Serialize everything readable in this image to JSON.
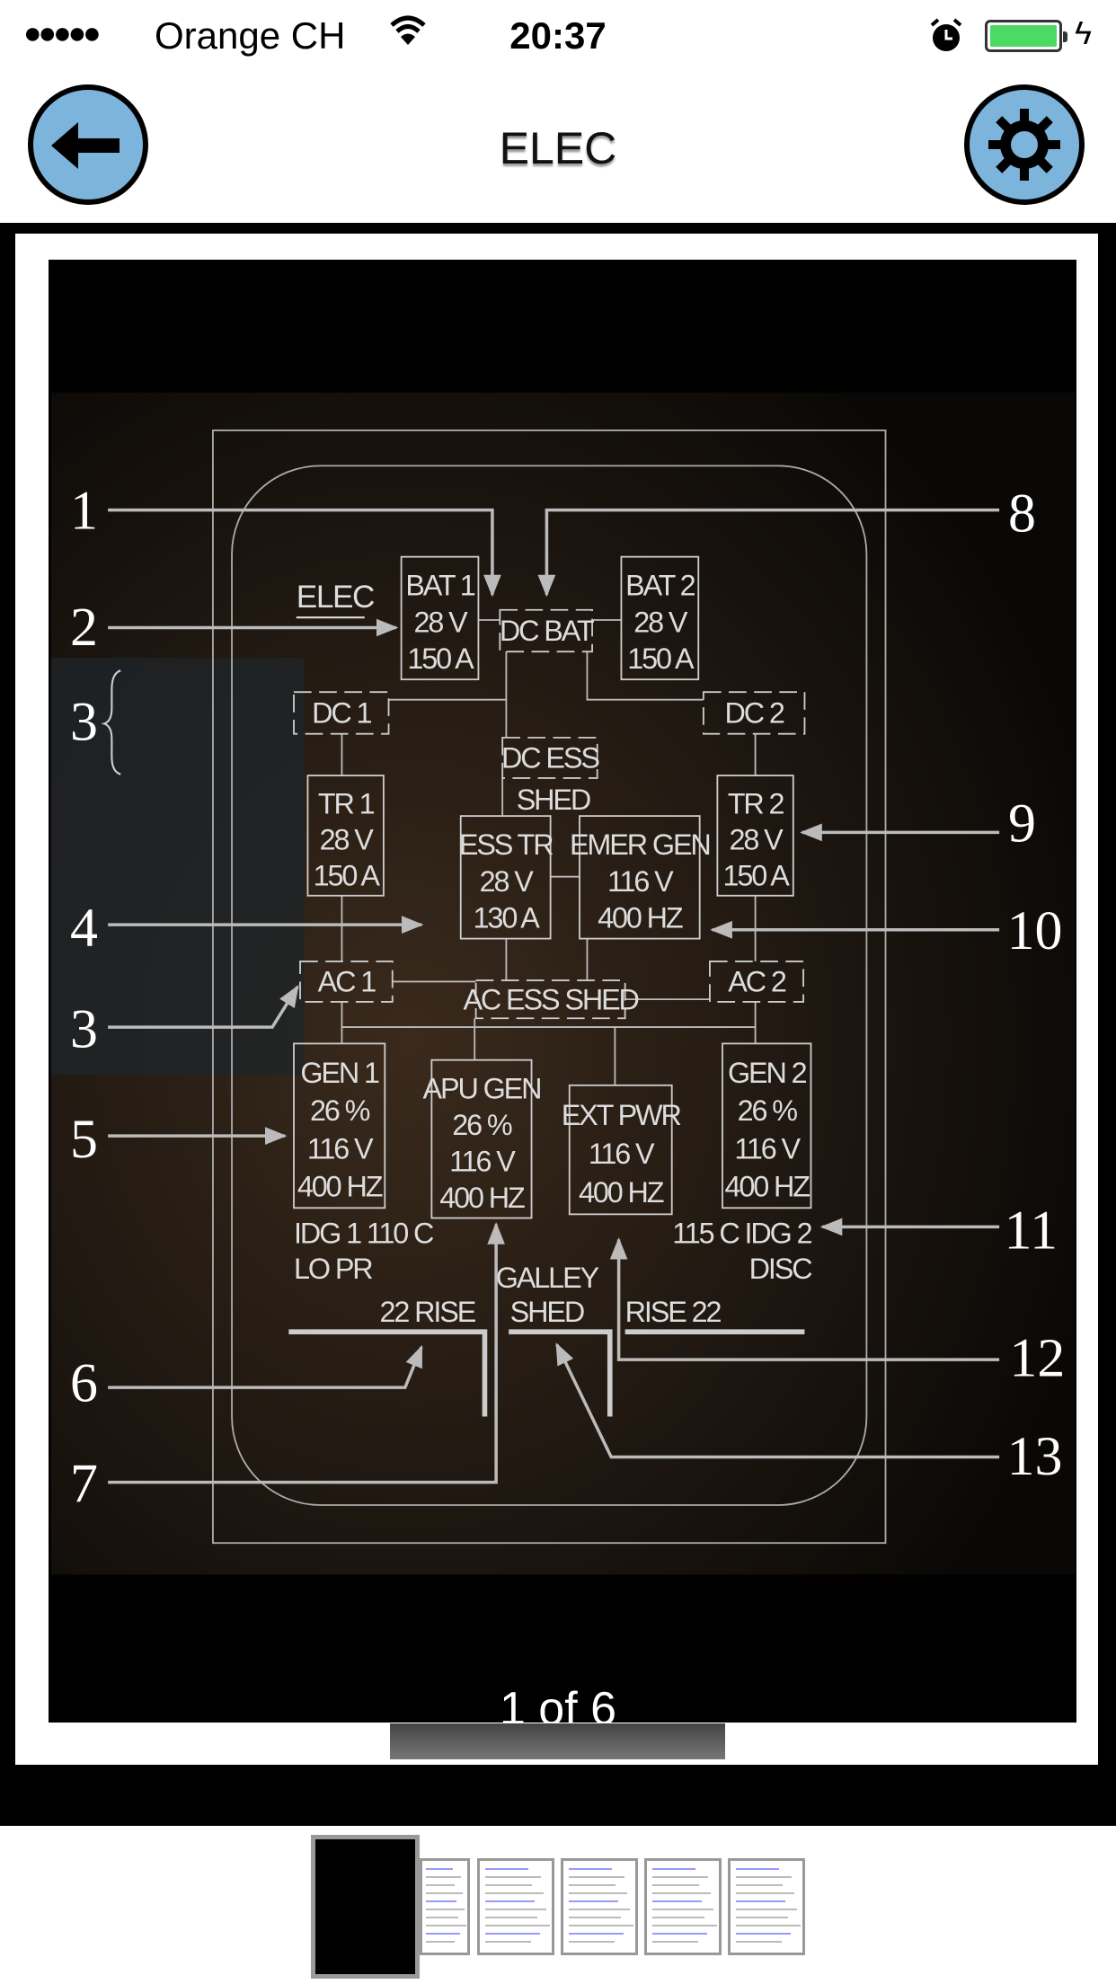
{
  "status_bar": {
    "signal_dots": "●●●●●",
    "carrier": "Orange CH",
    "wifi_icon": "wifi-icon",
    "time": "20:37",
    "alarm_icon": "alarm-icon",
    "battery_level_percent": 100,
    "battery_color": "#4cd964",
    "charging_icon": "bolt-icon"
  },
  "nav": {
    "title": "ELEC",
    "back_icon": "arrow-left-icon",
    "settings_icon": "gear-icon",
    "button_color": "#7db4dc"
  },
  "diagram": {
    "heading": "ELEC",
    "boxes": [
      {
        "id": "bat1",
        "lines": [
          "BAT 1",
          "28 V",
          "150 A"
        ]
      },
      {
        "id": "dc-bat",
        "lines": [
          "DC BAT"
        ]
      },
      {
        "id": "bat2",
        "lines": [
          "BAT 2",
          "28 V",
          "150 A"
        ]
      },
      {
        "id": "dc1",
        "lines": [
          "DC 1"
        ]
      },
      {
        "id": "dc2",
        "lines": [
          "DC 2"
        ]
      },
      {
        "id": "dc-ess",
        "lines": [
          "DC ESS"
        ]
      },
      {
        "id": "tr1",
        "lines": [
          "TR 1",
          "28 V",
          "150 A"
        ]
      },
      {
        "id": "ess-tr",
        "lines": [
          "ESS TR",
          "28 V",
          "130 A"
        ]
      },
      {
        "id": "emer-gen",
        "lines": [
          "EMER GEN",
          "116 V",
          "400 HZ"
        ]
      },
      {
        "id": "tr2",
        "lines": [
          "TR 2",
          "28 V",
          "150 A"
        ]
      },
      {
        "id": "ac1",
        "lines": [
          "AC 1"
        ]
      },
      {
        "id": "ac-ess-shed",
        "lines": [
          "AC ESS SHED"
        ]
      },
      {
        "id": "ac2",
        "lines": [
          "AC 2"
        ]
      },
      {
        "id": "gen1",
        "lines": [
          "GEN 1",
          "26 %",
          "116 V",
          "400 HZ"
        ]
      },
      {
        "id": "apu-gen",
        "lines": [
          "APU GEN",
          "26 %",
          "116 V",
          "400 HZ"
        ]
      },
      {
        "id": "ext-pwr",
        "lines": [
          "EXT PWR",
          "116 V",
          "400 HZ"
        ]
      },
      {
        "id": "gen2",
        "lines": [
          "GEN 2",
          "26 %",
          "116 V",
          "400 HZ"
        ]
      }
    ],
    "labels": [
      "SHED",
      "IDG 1 110 C",
      "LO PR",
      "115 C IDG 2",
      "DISC",
      "22 RISE",
      "GALLEY",
      "SHED",
      "RISE 22"
    ],
    "callouts": [
      "1",
      "2",
      "3",
      "4",
      "3",
      "5",
      "6",
      "7",
      "8",
      "9",
      "10",
      "11",
      "12",
      "13"
    ]
  },
  "pager": {
    "text": "1 of 6",
    "current": 1,
    "total": 6
  },
  "thumbnails": {
    "count": 6,
    "selected": 1
  }
}
